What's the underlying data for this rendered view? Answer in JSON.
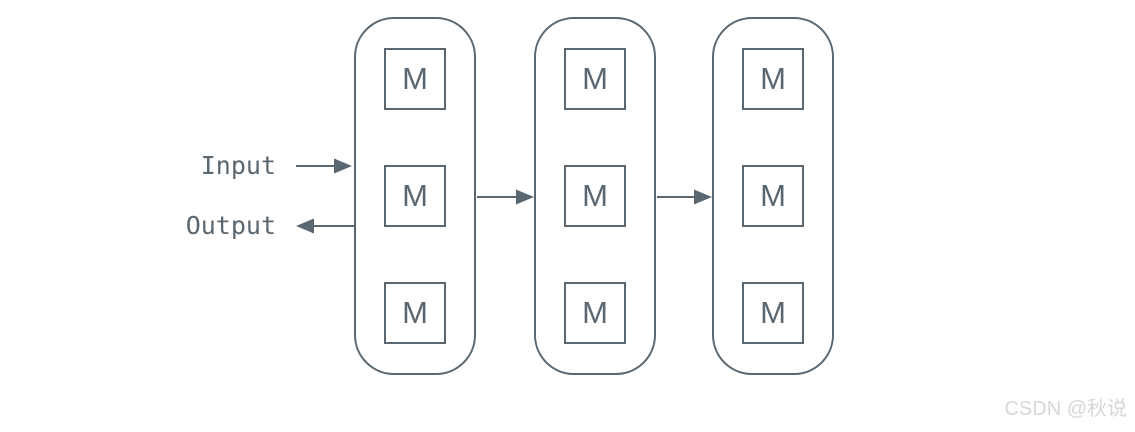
{
  "diagram": {
    "input_label": "Input",
    "output_label": "Output",
    "module_label": "M",
    "group_count": 3,
    "modules_per_group": 3
  },
  "watermark": {
    "text": "CSDN @秋说"
  },
  "colors": {
    "stroke": "#5b6770",
    "text": "#5b6770",
    "watermark_text": "#d7d7d7",
    "background": "#ffffff"
  }
}
